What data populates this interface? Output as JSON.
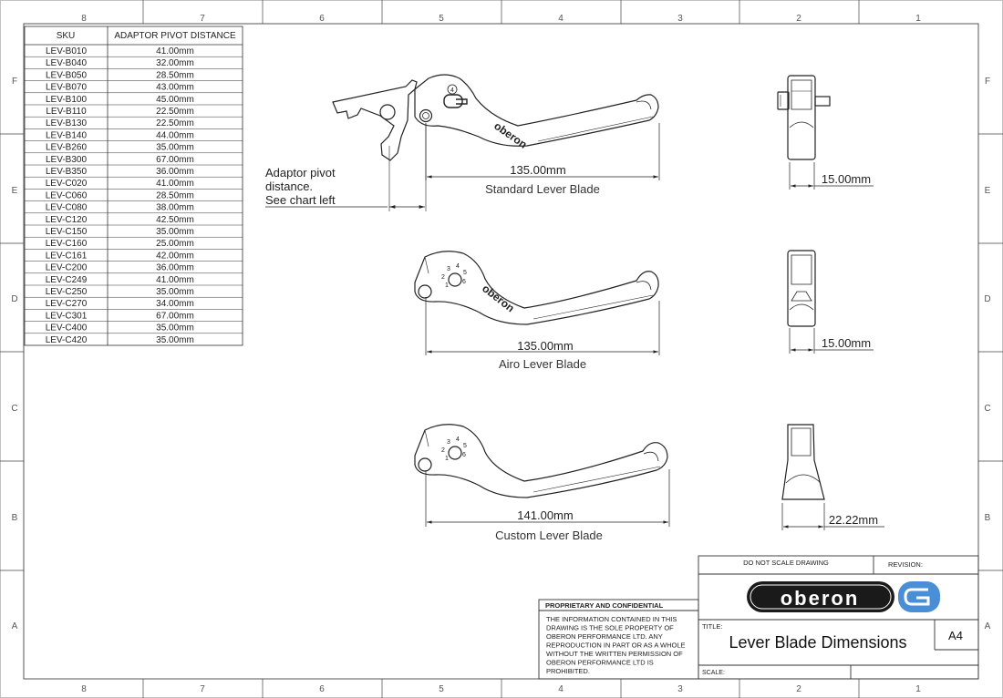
{
  "zones": {
    "columns": [
      "8",
      "7",
      "6",
      "5",
      "4",
      "3",
      "2",
      "1"
    ],
    "rows": [
      "F",
      "E",
      "D",
      "C",
      "B",
      "A"
    ]
  },
  "table": {
    "headers": [
      "SKU",
      "ADAPTOR PIVOT DISTANCE"
    ],
    "rows": [
      [
        "LEV-B010",
        "41.00mm"
      ],
      [
        "LEV-B040",
        "32.00mm"
      ],
      [
        "LEV-B050",
        "28.50mm"
      ],
      [
        "LEV-B070",
        "43.00mm"
      ],
      [
        "LEV-B100",
        "45.00mm"
      ],
      [
        "LEV-B110",
        "22.50mm"
      ],
      [
        "LEV-B130",
        "22.50mm"
      ],
      [
        "LEV-B140",
        "44.00mm"
      ],
      [
        "LEV-B260",
        "35.00mm"
      ],
      [
        "LEV-B300",
        "67.00mm"
      ],
      [
        "LEV-B350",
        "36.00mm"
      ],
      [
        "LEV-C020",
        "41.00mm"
      ],
      [
        "LEV-C060",
        "28.50mm"
      ],
      [
        "LEV-C080",
        "38.00mm"
      ],
      [
        "LEV-C120",
        "42.50mm"
      ],
      [
        "LEV-C150",
        "35.00mm"
      ],
      [
        "LEV-C160",
        "25.00mm"
      ],
      [
        "LEV-C161",
        "42.00mm"
      ],
      [
        "LEV-C200",
        "36.00mm"
      ],
      [
        "LEV-C249",
        "41.00mm"
      ],
      [
        "LEV-C250",
        "35.00mm"
      ],
      [
        "LEV-C270",
        "34.00mm"
      ],
      [
        "LEV-C301",
        "67.00mm"
      ],
      [
        "LEV-C400",
        "35.00mm"
      ],
      [
        "LEV-C420",
        "35.00mm"
      ]
    ]
  },
  "note": {
    "lines": [
      "Adaptor pivot",
      "distance.",
      "See chart left"
    ]
  },
  "levers": [
    {
      "caption": "Standard Lever Blade",
      "length": "135.00mm",
      "width": "15.00mm",
      "brand": "oberon",
      "dial": [
        "4"
      ]
    },
    {
      "caption": "Airo Lever Blade",
      "length": "135.00mm",
      "width": "15.00mm",
      "brand": "oberon",
      "dial": [
        "1",
        "2",
        "3",
        "4",
        "5",
        "6"
      ]
    },
    {
      "caption": "Custom Lever Blade",
      "length": "141.00mm",
      "width": "22.22mm",
      "brand": "",
      "dial": [
        "1",
        "2",
        "3",
        "4",
        "5",
        "6"
      ]
    }
  ],
  "title_block": {
    "do_not_scale": "DO NOT SCALE DRAWING",
    "revision_label": "REVISION:",
    "logo_text": "oberon",
    "proprietary_title": "PROPRIETARY AND CONFIDENTIAL",
    "proprietary_lines": [
      "THE INFORMATION CONTAINED IN THIS",
      "DRAWING IS THE SOLE PROPERTY OF",
      "OBERON PERFORMANCE LTD.  ANY",
      "REPRODUCTION IN PART OR AS A WHOLE",
      "WITHOUT THE WRITTEN PERMISSION OF",
      "OBERON PERFORMANCE LTD IS",
      "PROHIBITED."
    ],
    "title_label": "TITLE:",
    "title": "Lever Blade Dimensions",
    "size": "A4",
    "scale_label": "SCALE:"
  },
  "colors": {
    "line": "#222222",
    "logo_blue": "#4a8fd6",
    "logo_dark": "#1a1a1a"
  }
}
